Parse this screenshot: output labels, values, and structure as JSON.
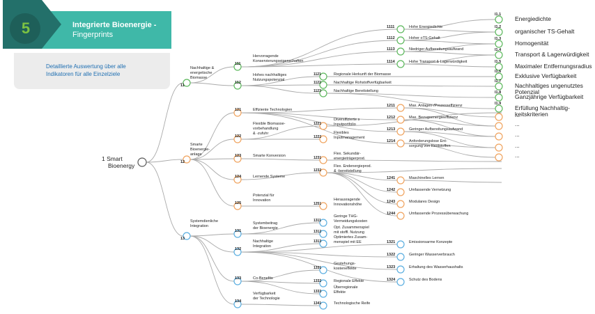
{
  "header": {
    "step_number": "5",
    "title": "Integrierte Bioenergie -",
    "subtitle": "Fingerprints",
    "description_line1": "Detaillierte Auswertung über alle",
    "description_line2": "Indikatoren für alle Einzelziele"
  },
  "colors": {
    "teal": "#3fb8a8",
    "dark_teal": "#23706a",
    "green": "#5cb85c",
    "orange": "#f0a35e",
    "blue": "#5aaee0",
    "root": "#555555",
    "desc_text": "#1f6fb2"
  },
  "root": {
    "code": "1",
    "label_line1": "Smart",
    "label_line2": "Bioenergy"
  },
  "level1": [
    {
      "code": "11",
      "label": [
        "Nachhaltige &",
        "energetische",
        "Biomasse"
      ],
      "color": "green"
    },
    {
      "code": "12",
      "label": [
        "Smarte",
        "Bioenergie-",
        "anlage"
      ],
      "color": "orange"
    },
    {
      "code": "13",
      "label": [
        "Systemdienliche",
        "Integration"
      ],
      "color": "blue"
    }
  ],
  "level2": [
    {
      "code": "111",
      "label": [
        "Hervorragende",
        "Konservierungseigenschaften"
      ],
      "color": "green"
    },
    {
      "code": "112",
      "label": [
        "Hohes nachhaltiges",
        "Nutzungspotenzial"
      ],
      "color": "green"
    },
    {
      "code": "121",
      "label": [
        "Effiziente Technologien"
      ],
      "color": "orange"
    },
    {
      "code": "122",
      "label": [
        "Flexible Biomasse-",
        "vorbehandlung",
        "& -zufuhr"
      ],
      "color": "orange"
    },
    {
      "code": "123",
      "label": [
        "Smarte Konversion"
      ],
      "color": "orange"
    },
    {
      "code": "124",
      "label": [
        "Lernende Systeme"
      ],
      "color": "orange"
    },
    {
      "code": "125",
      "label": [
        "Potenzial für",
        "Innovation"
      ],
      "color": "orange"
    },
    {
      "code": "131",
      "label": [
        "Systembeitrag",
        "der Bioenergie"
      ],
      "color": "blue"
    },
    {
      "code": "132",
      "label": [
        "Nachhaltige",
        "Integration"
      ],
      "color": "blue"
    },
    {
      "code": "133",
      "label": [
        "Co-Benefits"
      ],
      "color": "blue"
    },
    {
      "code": "134",
      "label": [
        "Verfügbarkeit",
        "der Technologie"
      ],
      "color": "blue"
    }
  ],
  "level3": [
    {
      "code": "1121",
      "label": [
        "Regionale Herkunft der Biomasse"
      ],
      "color": "green"
    },
    {
      "code": "1122",
      "label": [
        "Nachhaltige Rohstoffverfügbarkeit"
      ],
      "color": "green"
    },
    {
      "code": "1123",
      "label": [
        "Nachhaltige Bereitstellung"
      ],
      "color": "green"
    },
    {
      "code": "1221",
      "label": [
        "Diversifizierte s",
        "Inputportfolio"
      ],
      "color": "orange"
    },
    {
      "code": "1222",
      "label": [
        "Flexibles",
        "Inputmanagement"
      ],
      "color": "orange"
    },
    {
      "code": "1231",
      "label": [
        "Flex. Sekundär-",
        "energieträgerprod."
      ],
      "color": "orange"
    },
    {
      "code": "1232",
      "label": [
        "Flex. Endenergieprod.",
        "& -bereitstellung"
      ],
      "color": "orange"
    },
    {
      "code": "1251",
      "label": [
        "Herausragende",
        "Innovationshöhe"
      ],
      "color": "orange"
    },
    {
      "code": "1311",
      "label": [
        "Geringe THG-",
        "Vermeidungskosten"
      ],
      "color": "blue"
    },
    {
      "code": "1312",
      "label": [
        "Opt. Zusammenspiel",
        "mit stoffl. Nutzung"
      ],
      "color": "blue"
    },
    {
      "code": "1313",
      "label": [
        "Optimiertes Zusam-",
        "menspiel mit EE"
      ],
      "color": "blue"
    },
    {
      "code": "1331",
      "label": [
        "Gestehungs-",
        "kosteneffekte"
      ],
      "color": "blue"
    },
    {
      "code": "1332",
      "label": [
        "Regionale Effekte"
      ],
      "color": "blue"
    },
    {
      "code": "1333",
      "label": [
        "Überregionale",
        "Effekte"
      ],
      "color": "blue"
    },
    {
      "code": "1341",
      "label": [
        "Technologische Reife"
      ],
      "color": "blue"
    }
  ],
  "level4": [
    {
      "code": "1111",
      "label": [
        "Hohe Energiedichte"
      ],
      "color": "green"
    },
    {
      "code": "1112",
      "label": [
        "Hoher oTS-Gehalt"
      ],
      "color": "green"
    },
    {
      "code": "1113",
      "label": [
        "Niedriger Aufbereitungsaufwand"
      ],
      "color": "green"
    },
    {
      "code": "1114",
      "label": [
        "Hohe Transport & Lagerwürdigkeit"
      ],
      "color": "green"
    },
    {
      "code": "1211",
      "label": [
        "Max. Anlagen-/Prozesseffizienz"
      ],
      "color": "orange"
    },
    {
      "code": "1212",
      "label": [
        "Max. Bezugsenergieeffizienz"
      ],
      "color": "orange"
    },
    {
      "code": "1213",
      "label": [
        "Geringer Aufbereitungsaufwand"
      ],
      "color": "orange"
    },
    {
      "code": "1214",
      "label": [
        "Anforderungslose Ent-",
        "sorgung von Reststoffen"
      ],
      "color": "orange"
    },
    {
      "code": "1241",
      "label": [
        "Maschinelles Lernen"
      ],
      "color": "orange"
    },
    {
      "code": "1242",
      "label": [
        "Umfassende Vernetzung"
      ],
      "color": "orange"
    },
    {
      "code": "1243",
      "label": [
        "Modulares Design"
      ],
      "color": "orange"
    },
    {
      "code": "1244",
      "label": [
        "Umfassende Prozessüberwachung"
      ],
      "color": "orange"
    },
    {
      "code": "1321",
      "label": [
        "Emissionsarme Konzepte"
      ],
      "color": "blue"
    },
    {
      "code": "1322",
      "label": [
        "Geringer Wasserverbrauch"
      ],
      "color": "blue"
    },
    {
      "code": "1323",
      "label": [
        "Erhaltung des Wasserhaushalts"
      ],
      "color": "blue"
    },
    {
      "code": "1324",
      "label": [
        "Schutz des Bodens"
      ],
      "color": "blue"
    }
  ],
  "indicators": [
    {
      "code": "I1.1",
      "label": [
        "Energiedichte"
      ],
      "color": "green"
    },
    {
      "code": "I1.2",
      "label": [
        "organischer TS-Gehalt"
      ],
      "color": "green"
    },
    {
      "code": "I1.3",
      "label": [
        "Homogenität"
      ],
      "color": "green"
    },
    {
      "code": "I1.4",
      "label": [
        "Transport & Lagerwürdigkeit"
      ],
      "color": "green"
    },
    {
      "code": "I1.5",
      "label": [
        "Maximaler Entfernungsradius"
      ],
      "color": "green"
    },
    {
      "code": "I1.6",
      "label": [
        "Exklusive Verfügbarkeit"
      ],
      "color": "green"
    },
    {
      "code": "I1.7",
      "label": [
        "Nachhaltiges ungenutztes",
        "Potenzial"
      ],
      "color": "green"
    },
    {
      "code": "I1.8",
      "label": [
        "Ganzjährige Verfügbarkeit"
      ],
      "color": "green"
    },
    {
      "code": "I1.9",
      "label": [
        "Erfüllung Nachhaltig-",
        "keitskriterien"
      ],
      "color": "green"
    }
  ],
  "ellipsis": "..."
}
